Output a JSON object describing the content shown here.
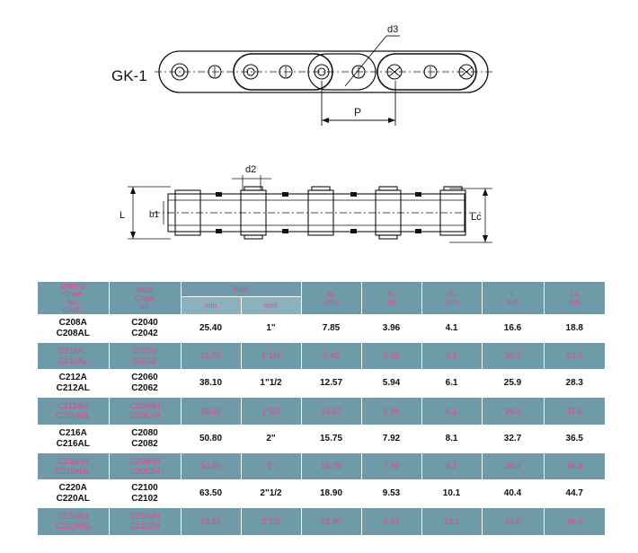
{
  "drawing_top": {
    "label": "GK-1",
    "dim_d3": "d3",
    "dim_p": "P"
  },
  "drawing_side": {
    "dim_d2": "d2",
    "dim_l": "L",
    "dim_b1": "b1",
    "dim_lc": "Lc"
  },
  "table": {
    "headers": {
      "diniso": [
        "DINISO",
        "Chain",
        "No.",
        "CHJC"
      ],
      "ansi": [
        "ANSI",
        "Chain",
        "No."
      ],
      "pitch": "Pitch",
      "b1": [
        "b₁",
        "mm"
      ],
      "d2": [
        "d₂",
        "mm"
      ],
      "d3": [
        "d₃",
        "mm"
      ],
      "l": [
        "L",
        "mm"
      ],
      "lc": [
        "Lc",
        "mm"
      ]
    },
    "subheaders": {
      "mm": "mm",
      "inch": "inch"
    },
    "rows": [
      {
        "diniso": [
          "C208A",
          "C208AL"
        ],
        "ansi": [
          "C2040",
          "C2042"
        ],
        "pitch_mm": "25.40",
        "pitch_inch": "1\"",
        "b1": "7.85",
        "d2": "3.96",
        "d3": "4.1",
        "l": "16.6",
        "lc": "18.8"
      },
      {
        "diniso": [
          "C210AL",
          "C210AL"
        ],
        "ansi": [
          "C2050",
          "C2052"
        ],
        "pitch_mm": "31.75",
        "pitch_inch": "1\"1/4",
        "b1": "9.40",
        "d2": "5.08",
        "d3": "5.1",
        "l": "20.7",
        "lc": "23.3"
      },
      {
        "diniso": [
          "C212A",
          "C212AL"
        ],
        "ansi": [
          "C2060",
          "C2062"
        ],
        "pitch_mm": "38.10",
        "pitch_inch": "1\"1/2",
        "b1": "12.57",
        "d2": "5.94",
        "d3": "6.1",
        "l": "25.9",
        "lc": "28.3"
      },
      {
        "diniso": [
          "C212AH",
          "C212AHL"
        ],
        "ansi": [
          "C2060H",
          "C2062H"
        ],
        "pitch_mm": "38.10",
        "pitch_inch": "1\"1/2",
        "b1": "12.57",
        "d2": "5.94",
        "d3": "6.1",
        "l": "29.2",
        "lc": "31.6"
      },
      {
        "diniso": [
          "C216A",
          "C216AL"
        ],
        "ansi": [
          "C2080",
          "C2082"
        ],
        "pitch_mm": "50.80",
        "pitch_inch": "2\"",
        "b1": "15.75",
        "d2": "7.92",
        "d3": "8.1",
        "l": "32.7",
        "lc": "36.5"
      },
      {
        "diniso": [
          "C216AH",
          "C216AHL"
        ],
        "ansi": [
          "C2080H",
          "C2082H"
        ],
        "pitch_mm": "50.80",
        "pitch_inch": "2\"",
        "b1": "15.75",
        "d2": "7.92",
        "d3": "8.1",
        "l": "36.2",
        "lc": "39.4"
      },
      {
        "diniso": [
          "C220A",
          "C220AL"
        ],
        "ansi": [
          "C2100",
          "C2102"
        ],
        "pitch_mm": "63.50",
        "pitch_inch": "2\"1/2",
        "b1": "18.90",
        "d2": "9.53",
        "d3": "10.1",
        "l": "40.4",
        "lc": "44.7"
      },
      {
        "diniso": [
          "C220AH",
          "C220AHL"
        ],
        "ansi": [
          "C2100H",
          "C2102H"
        ],
        "pitch_mm": "63.50",
        "pitch_inch": "2\"1/2",
        "b1": "18.90",
        "d2": "9.53",
        "d3": "10.1",
        "l": "43.6",
        "lc": "46.9"
      }
    ]
  }
}
